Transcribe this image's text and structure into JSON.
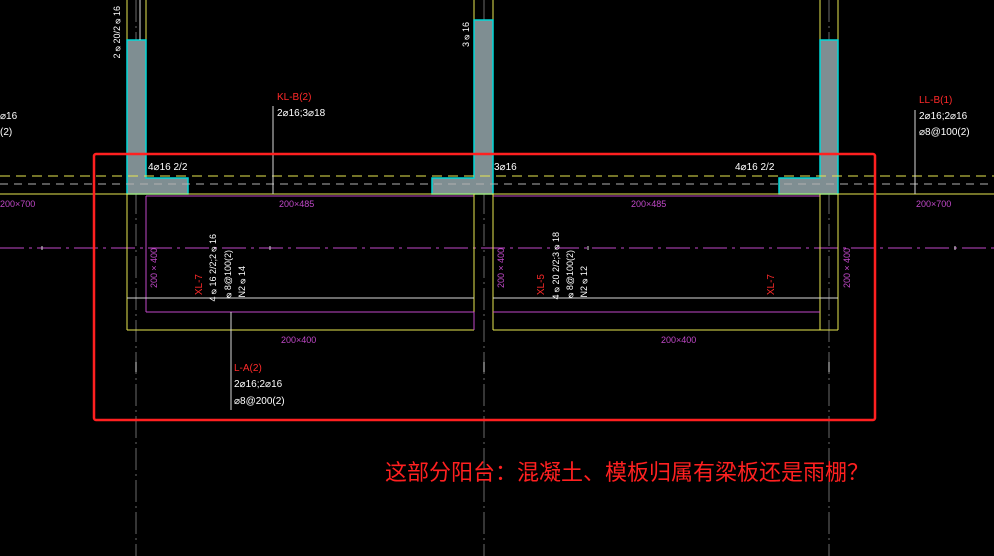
{
  "annotations": {
    "top_left_rebar": "2⌀20/2⌀16",
    "top_mid_rebar": "3⌀16",
    "left_edge_top": "⌀16",
    "left_edge_bottom": "(2)",
    "kl_b_name": "KL-B(2)",
    "kl_b_rebar": "2⌀16;3⌀18",
    "ll_b_name": "LL-B(1)",
    "ll_b_rebar1": "2⌀16;2⌀16",
    "ll_b_rebar2": "⌀8@100(2)",
    "support_left": "4⌀16  2/2",
    "support_mid": "3⌀16",
    "support_right": "4⌀16  2/2",
    "dim_left_outer": "200×700",
    "dim_beam_left": "200×485",
    "dim_beam_right": "200×485",
    "dim_right_outer": "200×700",
    "xl7_left_name": "XL-7",
    "xl7_left_rebar1": "4⌀16  2/2;2⌀16",
    "xl7_left_rebar2": "⌀8@100(2)",
    "xl7_left_rebar3": "N2⌀14",
    "xl7_left_size": "200×400",
    "xl5_name": "XL-5",
    "xl5_rebar1": "4⌀20  2/2;3⌀18",
    "xl5_rebar2": "⌀8@100(2)",
    "xl5_rebar3": "N2⌀12",
    "xl5_size": "200×400",
    "xl7_right_name": "XL-7",
    "xl7_right_size": "200×400",
    "dim_bottom_left": "200×400",
    "dim_bottom_right": "200×400",
    "la_name": "L-A(2)",
    "la_rebar1": "2⌀16;2⌀16",
    "la_rebar2": "⌀8@200(2)"
  },
  "question": "这部分阳台：混凝土、模板归属有梁板还是雨棚？",
  "colors": {
    "background": "#000000",
    "column_fill": "#7f8e92",
    "column_edge": "#00d8d8",
    "axis_yellow": "#e8e850",
    "beam_magenta": "#c048c8",
    "highlight_box": "#ff2020",
    "annotation_red": "#ff2a2a"
  }
}
